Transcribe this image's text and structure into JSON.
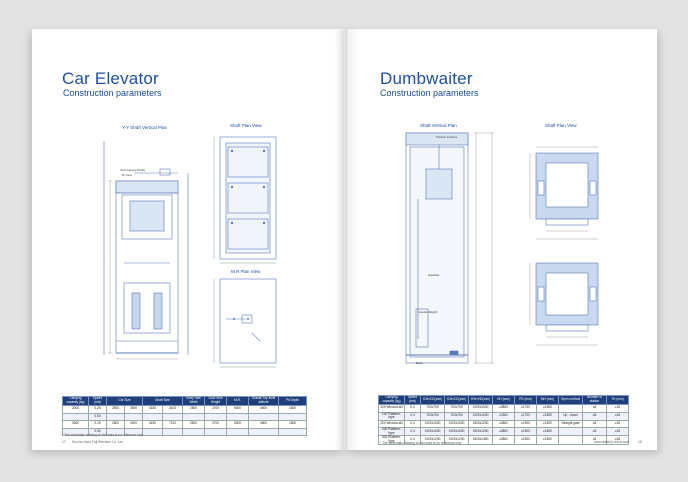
{
  "left_page": {
    "title": "Car Elevator",
    "subtitle": "Construction parameters",
    "drawing_labels": {
      "vertical": "Y-Y Shaft Vertical Plan",
      "plan": "Shaft Plan View",
      "mr": "M.R Plan View"
    },
    "table": {
      "headers": [
        "Carrying capacity (kg)",
        "Speed (m/s)",
        "Car Size",
        "Shaft Size",
        "Entry Size Width",
        "Door Size Height",
        "M.R.",
        "Overall Top level altitude",
        "Pit Depth"
      ],
      "rows": [
        [
          "2000",
          "0.25",
          "2500",
          "3500",
          "4150",
          "3100",
          "2500",
          "2700",
          "5000",
          "4500",
          "1600"
        ],
        [
          "",
          "0.50",
          "",
          "",
          "",
          "",
          "",
          "",
          "",
          "",
          ""
        ],
        [
          "3000",
          "0.25",
          "2800",
          "4000",
          "4150",
          "7100",
          "2500",
          "2700",
          "5000",
          "4500",
          "1800"
        ],
        [
          "",
          "0.50",
          "",
          "",
          "",
          "",
          "",
          "",
          "",
          "",
          ""
        ]
      ]
    },
    "note": "* The schematic drawing of civil work is for reference only.",
    "footer_page": "17",
    "footer_company": "Suzhou Asia Fuji Elevator Co.,Ltd."
  },
  "right_page": {
    "title": "Dumbwaiter",
    "subtitle": "Construction parameters",
    "drawing_labels": {
      "vertical": "Shaft Vertical Plan",
      "plan": "Shaft Plan View",
      "traction": "Traction machine",
      "hoistway": "Hoistway",
      "counterweight": "Counter Weight",
      "buffer": "Buffer"
    },
    "table": {
      "headers": [
        "Carrying capacity (kg)",
        "Speed (m/s)",
        "CW×CD(mm)",
        "CW×CD(mm)",
        "HW×HD(mm)",
        "OH (mm)",
        "PD (mm)",
        "MH (mm)",
        "Open method",
        "Number of station",
        "TH (mm)"
      ],
      "rows": [
        [
          "100 Window-sill",
          "0.4",
          "700x700",
          "700x700",
          "1200x1000",
          "≥3800",
          "≥1700",
          "≥1500",
          "",
          "≤8",
          "≤15"
        ],
        [
          "100 Platform-type",
          "0.4",
          "700x700",
          "700x700",
          "1200x1000",
          "≥3300",
          "≥1700",
          "≥1500",
          "Up - down",
          "≤8",
          "≤15"
        ],
        [
          "200 Window-sill",
          "0.4",
          "1000x1000",
          "1000x1000",
          "1500x1250",
          "≥3800",
          "≥1900",
          "≥1500",
          "Straight gate",
          "≤8",
          "≤15"
        ],
        [
          "200 Platform-type",
          "0.4",
          "1000x1000",
          "1000x1000",
          "1500x1250",
          "≥3800",
          "≥1900",
          "≥1500",
          "",
          "≤8",
          "≤15"
        ],
        [
          "300 Platform-type",
          "0.4",
          "1000x1200",
          "1000x1200",
          "1500x1450",
          "≥3800",
          "≥1900",
          "≥1500",
          "",
          "≤8",
          "≤15"
        ]
      ]
    },
    "note": "* The schematic drawing of civil work is for reference only.",
    "footer_url": "www.asiafuji-china.com",
    "footer_page": "18"
  },
  "colors": {
    "accent": "#1f4fa0",
    "table_header": "#1e3f7a",
    "drawing_line": "#5a78b8",
    "drawing_fill": "#dbe6f5"
  }
}
